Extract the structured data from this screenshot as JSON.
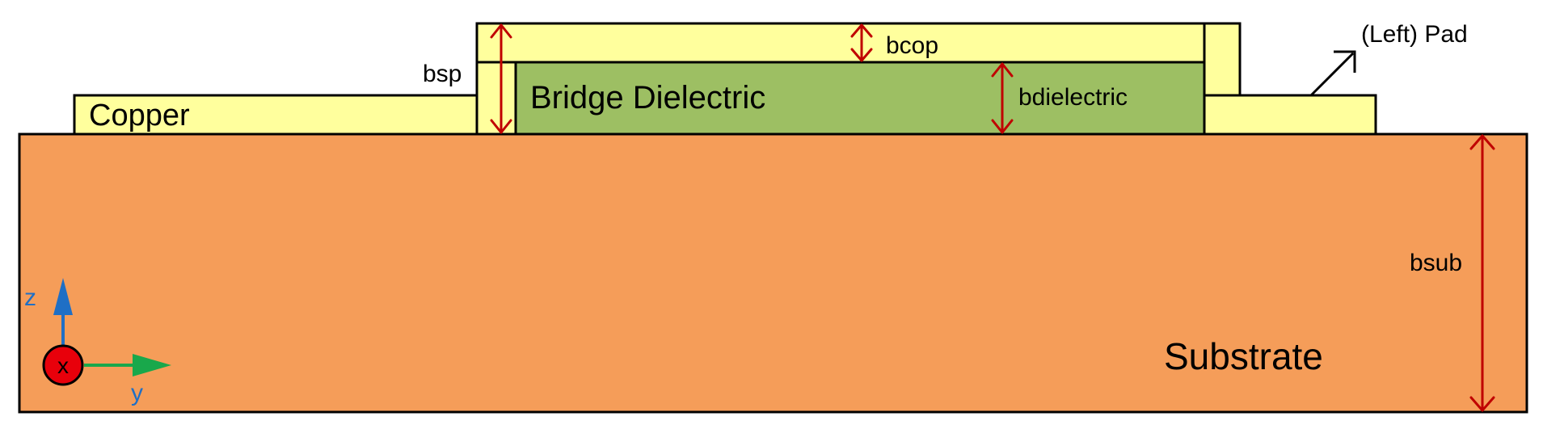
{
  "diagram": {
    "labels": {
      "copper": "Copper",
      "bridge_dielectric": "Bridge Dielectric",
      "substrate": "Substrate",
      "left_pad": "(Left) Pad"
    },
    "dimensions": {
      "bsp": "bsp",
      "bcop": "bcop",
      "bdielectric": "bdielectric",
      "bsub": "bsub"
    },
    "axes": {
      "z": "z",
      "y": "y",
      "x": "x"
    },
    "colors": {
      "substrate": "#F59D59",
      "copper": "#FFFF9D",
      "dielectric": "#9DBF63",
      "dimension_arrow": "#C00000",
      "z_axis": "#1F6FC5",
      "y_axis": "#19A84B",
      "x_axis": "#E8000B",
      "outline": "#000000"
    }
  }
}
